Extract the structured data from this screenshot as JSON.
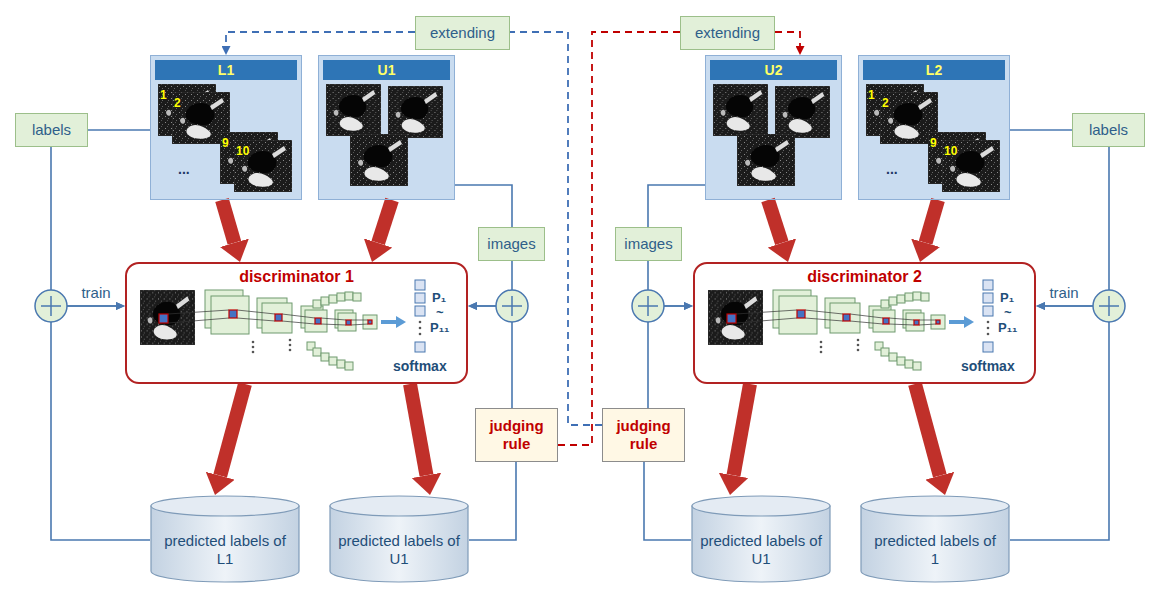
{
  "diagram": {
    "nodes": [
      {
        "text": [
          "extending"
        ]
      },
      {
        "text": [
          "extending"
        ]
      },
      {
        "text": [
          "L1"
        ]
      },
      {
        "text": [
          "U1"
        ]
      },
      {
        "text": [
          "U2"
        ]
      },
      {
        "text": [
          "L2"
        ]
      },
      {
        "text": [
          "labels"
        ]
      },
      {
        "text": [
          "images"
        ]
      },
      {
        "text": [
          "images"
        ]
      },
      {
        "text": [
          "labels"
        ]
      },
      {
        "text": [
          "discriminator 1",
          "softmax"
        ]
      },
      {
        "text": [
          "discriminator 2",
          "softmax"
        ]
      },
      {
        "text": [
          "judging rule"
        ]
      },
      {
        "text": [
          "judging rule"
        ]
      },
      {
        "text": [
          "predicted labels of L1"
        ]
      },
      {
        "text": [
          "predicted labels of U1"
        ]
      },
      {
        "text": [
          "predicted labels of U1"
        ]
      },
      {
        "text": [
          "predicted labels of 1"
        ]
      }
    ],
    "edges": [
      {
        "from": 2,
        "to": 6,
        "arrow": "none"
      },
      {
        "from": 6,
        "to": 10,
        "arrow": "to",
        "label": "train"
      },
      {
        "from": 14,
        "to": 10,
        "arrow": "to"
      },
      {
        "from": 2,
        "to": 10,
        "arrow": "to"
      },
      {
        "from": 3,
        "to": 10,
        "arrow": "to"
      },
      {
        "from": 10,
        "to": 14,
        "arrow": "to"
      },
      {
        "from": 10,
        "to": 15,
        "arrow": "to"
      },
      {
        "from": 3,
        "to": 7,
        "arrow": "none"
      },
      {
        "from": 7,
        "to": 10,
        "arrow": "to"
      },
      {
        "from": 15,
        "to": 12,
        "arrow": "none"
      },
      {
        "from": 12,
        "to": 10,
        "arrow": "to"
      },
      {
        "from": 12,
        "to": 1,
        "arrow": "none"
      },
      {
        "from": 1,
        "to": 4,
        "arrow": "to"
      },
      {
        "from": 13,
        "to": 0,
        "arrow": "none"
      },
      {
        "from": 0,
        "to": 2,
        "arrow": "to"
      },
      {
        "from": 5,
        "to": 9,
        "arrow": "none"
      },
      {
        "from": 9,
        "to": 11,
        "arrow": "to",
        "label": "train"
      },
      {
        "from": 17,
        "to": 11,
        "arrow": "to"
      },
      {
        "from": 5,
        "to": 11,
        "arrow": "to"
      },
      {
        "from": 4,
        "to": 11,
        "arrow": "to"
      },
      {
        "from": 11,
        "to": 17,
        "arrow": "to"
      },
      {
        "from": 11,
        "to": 16,
        "arrow": "to"
      },
      {
        "from": 4,
        "to": 8,
        "arrow": "none"
      },
      {
        "from": 8,
        "to": 11,
        "arrow": "to"
      },
      {
        "from": 16,
        "to": 13,
        "arrow": "none"
      },
      {
        "from": 13,
        "to": 11,
        "arrow": "to"
      }
    ],
    "labels": [
      "1",
      "2",
      "9",
      "10",
      "...",
      "1",
      "2",
      "9",
      "10",
      "...",
      "P₁",
      "~",
      "P₁₁",
      "P₁",
      "~",
      "P₁₁"
    ]
  }
}
